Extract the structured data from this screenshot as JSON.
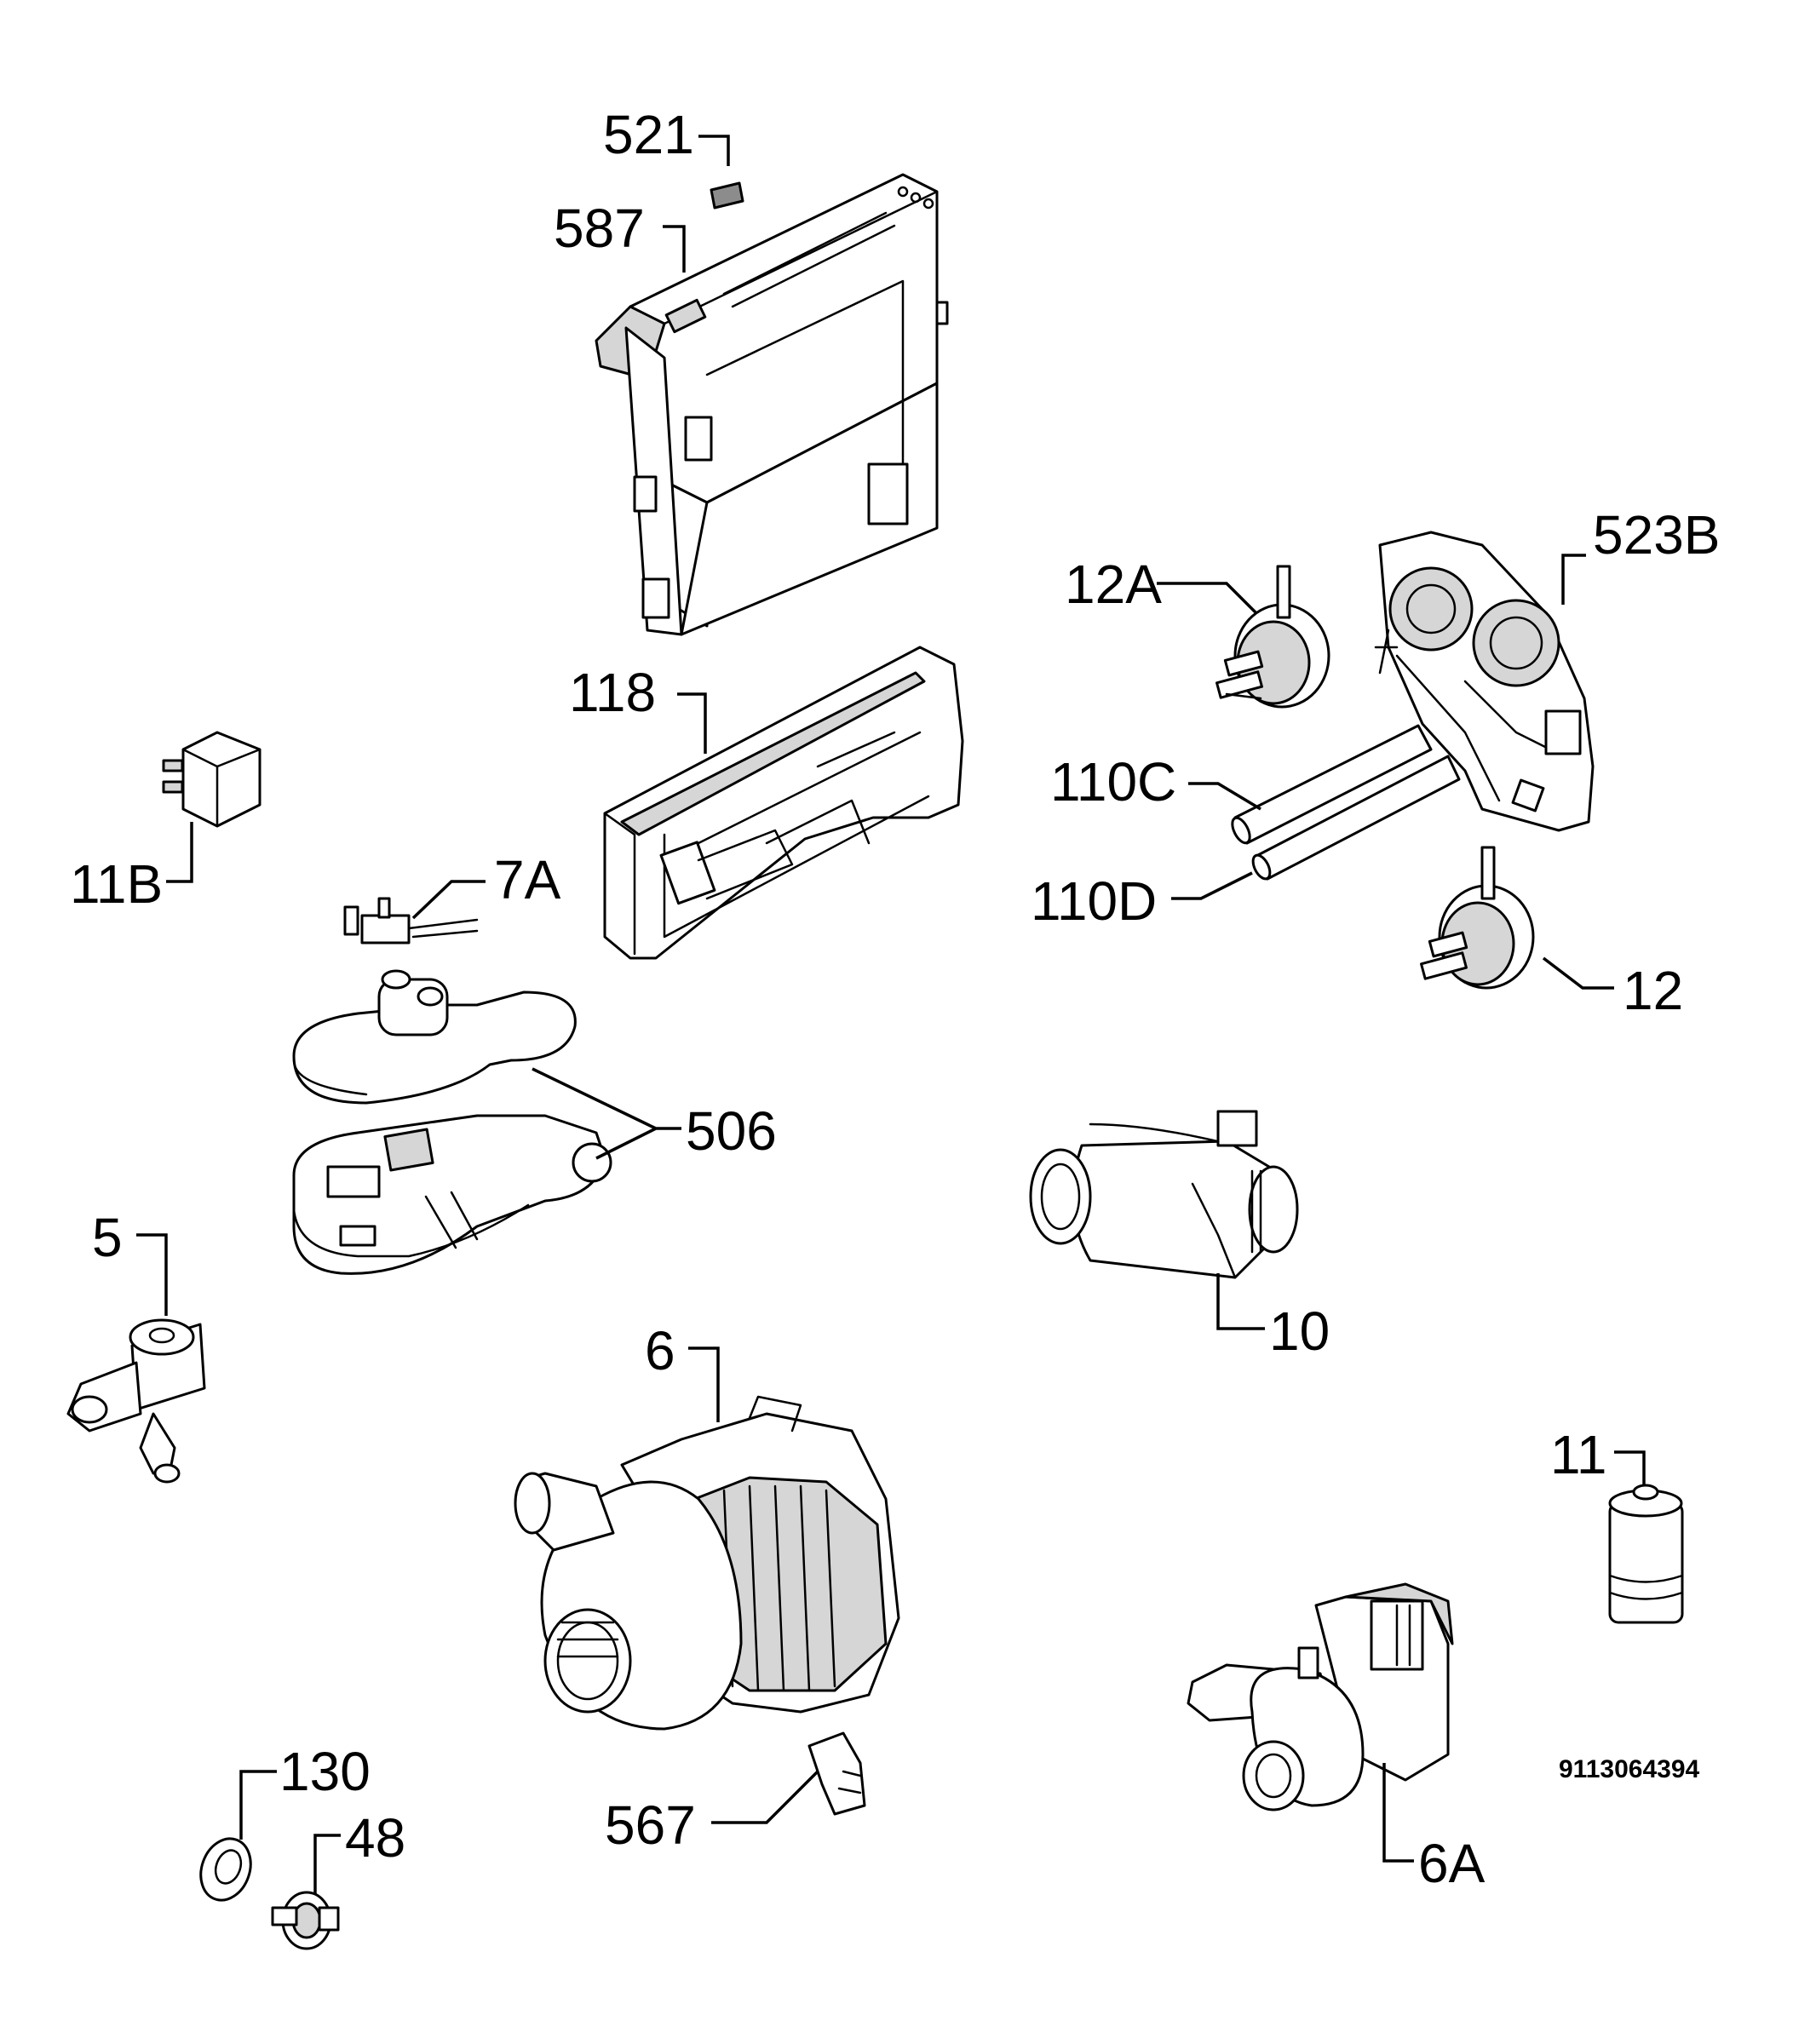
{
  "labels": {
    "p521": "521",
    "p587": "587",
    "p523B": "523B",
    "p12A": "12A",
    "p118": "118",
    "p110C": "110C",
    "p110D": "110D",
    "p12": "12",
    "p11B": "11B",
    "p7A": "7A",
    "p506": "506",
    "p5": "5",
    "p10": "10",
    "p6": "6",
    "p11": "11",
    "p130": "130",
    "p48": "48",
    "p567": "567",
    "p6A": "6A"
  },
  "drawing_number": "9113064394"
}
